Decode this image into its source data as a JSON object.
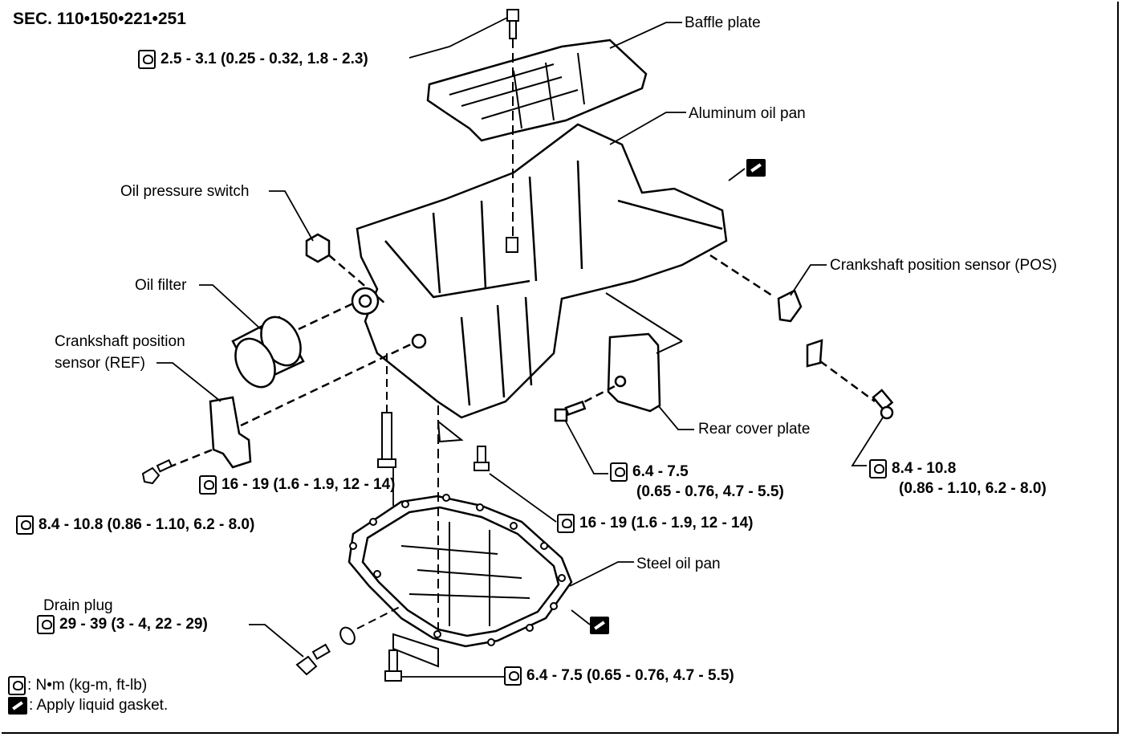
{
  "section": "SEC. 110•150•221•251",
  "labels": {
    "baffle_plate": "Baffle plate",
    "aluminum_oil_pan": "Aluminum oil pan",
    "oil_pressure_switch": "Oil pressure switch",
    "oil_filter": "Oil filter",
    "crank_ref_line1": "Crankshaft position",
    "crank_ref_line2": "sensor (REF)",
    "crank_pos": "Crankshaft position sensor (POS)",
    "rear_cover_plate": "Rear cover plate",
    "steel_oil_pan": "Steel oil pan",
    "drain_plug": "Drain plug"
  },
  "torques": {
    "baffle": "2.5 - 3.1 (0.25 - 0.32, 1.8 - 2.3)",
    "center_bolt": "16 - 19 (1.6 - 1.9, 12 - 14)",
    "ref_bolt": "8.4 - 10.8 (0.86 - 1.10, 6.2 - 8.0)",
    "rear_cover_line1": "6.4 - 7.5",
    "rear_cover_line2": "(0.65 - 0.76, 4.7 - 5.5)",
    "pos_line1": "8.4 - 10.8",
    "pos_line2": "(0.86 - 1.10, 6.2 - 8.0)",
    "right_bolt": "16 - 19 (1.6 - 1.9, 12 - 14)",
    "drain": "29 - 39 (3 - 4, 22 - 29)",
    "steel_pan_bolt": "6.4 - 7.5 (0.65 - 0.76, 4.7 - 5.5)"
  },
  "legend": {
    "torque_unit": ": N•m (kg-m, ft-lb)",
    "gasket": ": Apply liquid gasket."
  },
  "icons": {
    "torque": "torque-wrench-icon",
    "gasket": "liquid-gasket-icon"
  }
}
